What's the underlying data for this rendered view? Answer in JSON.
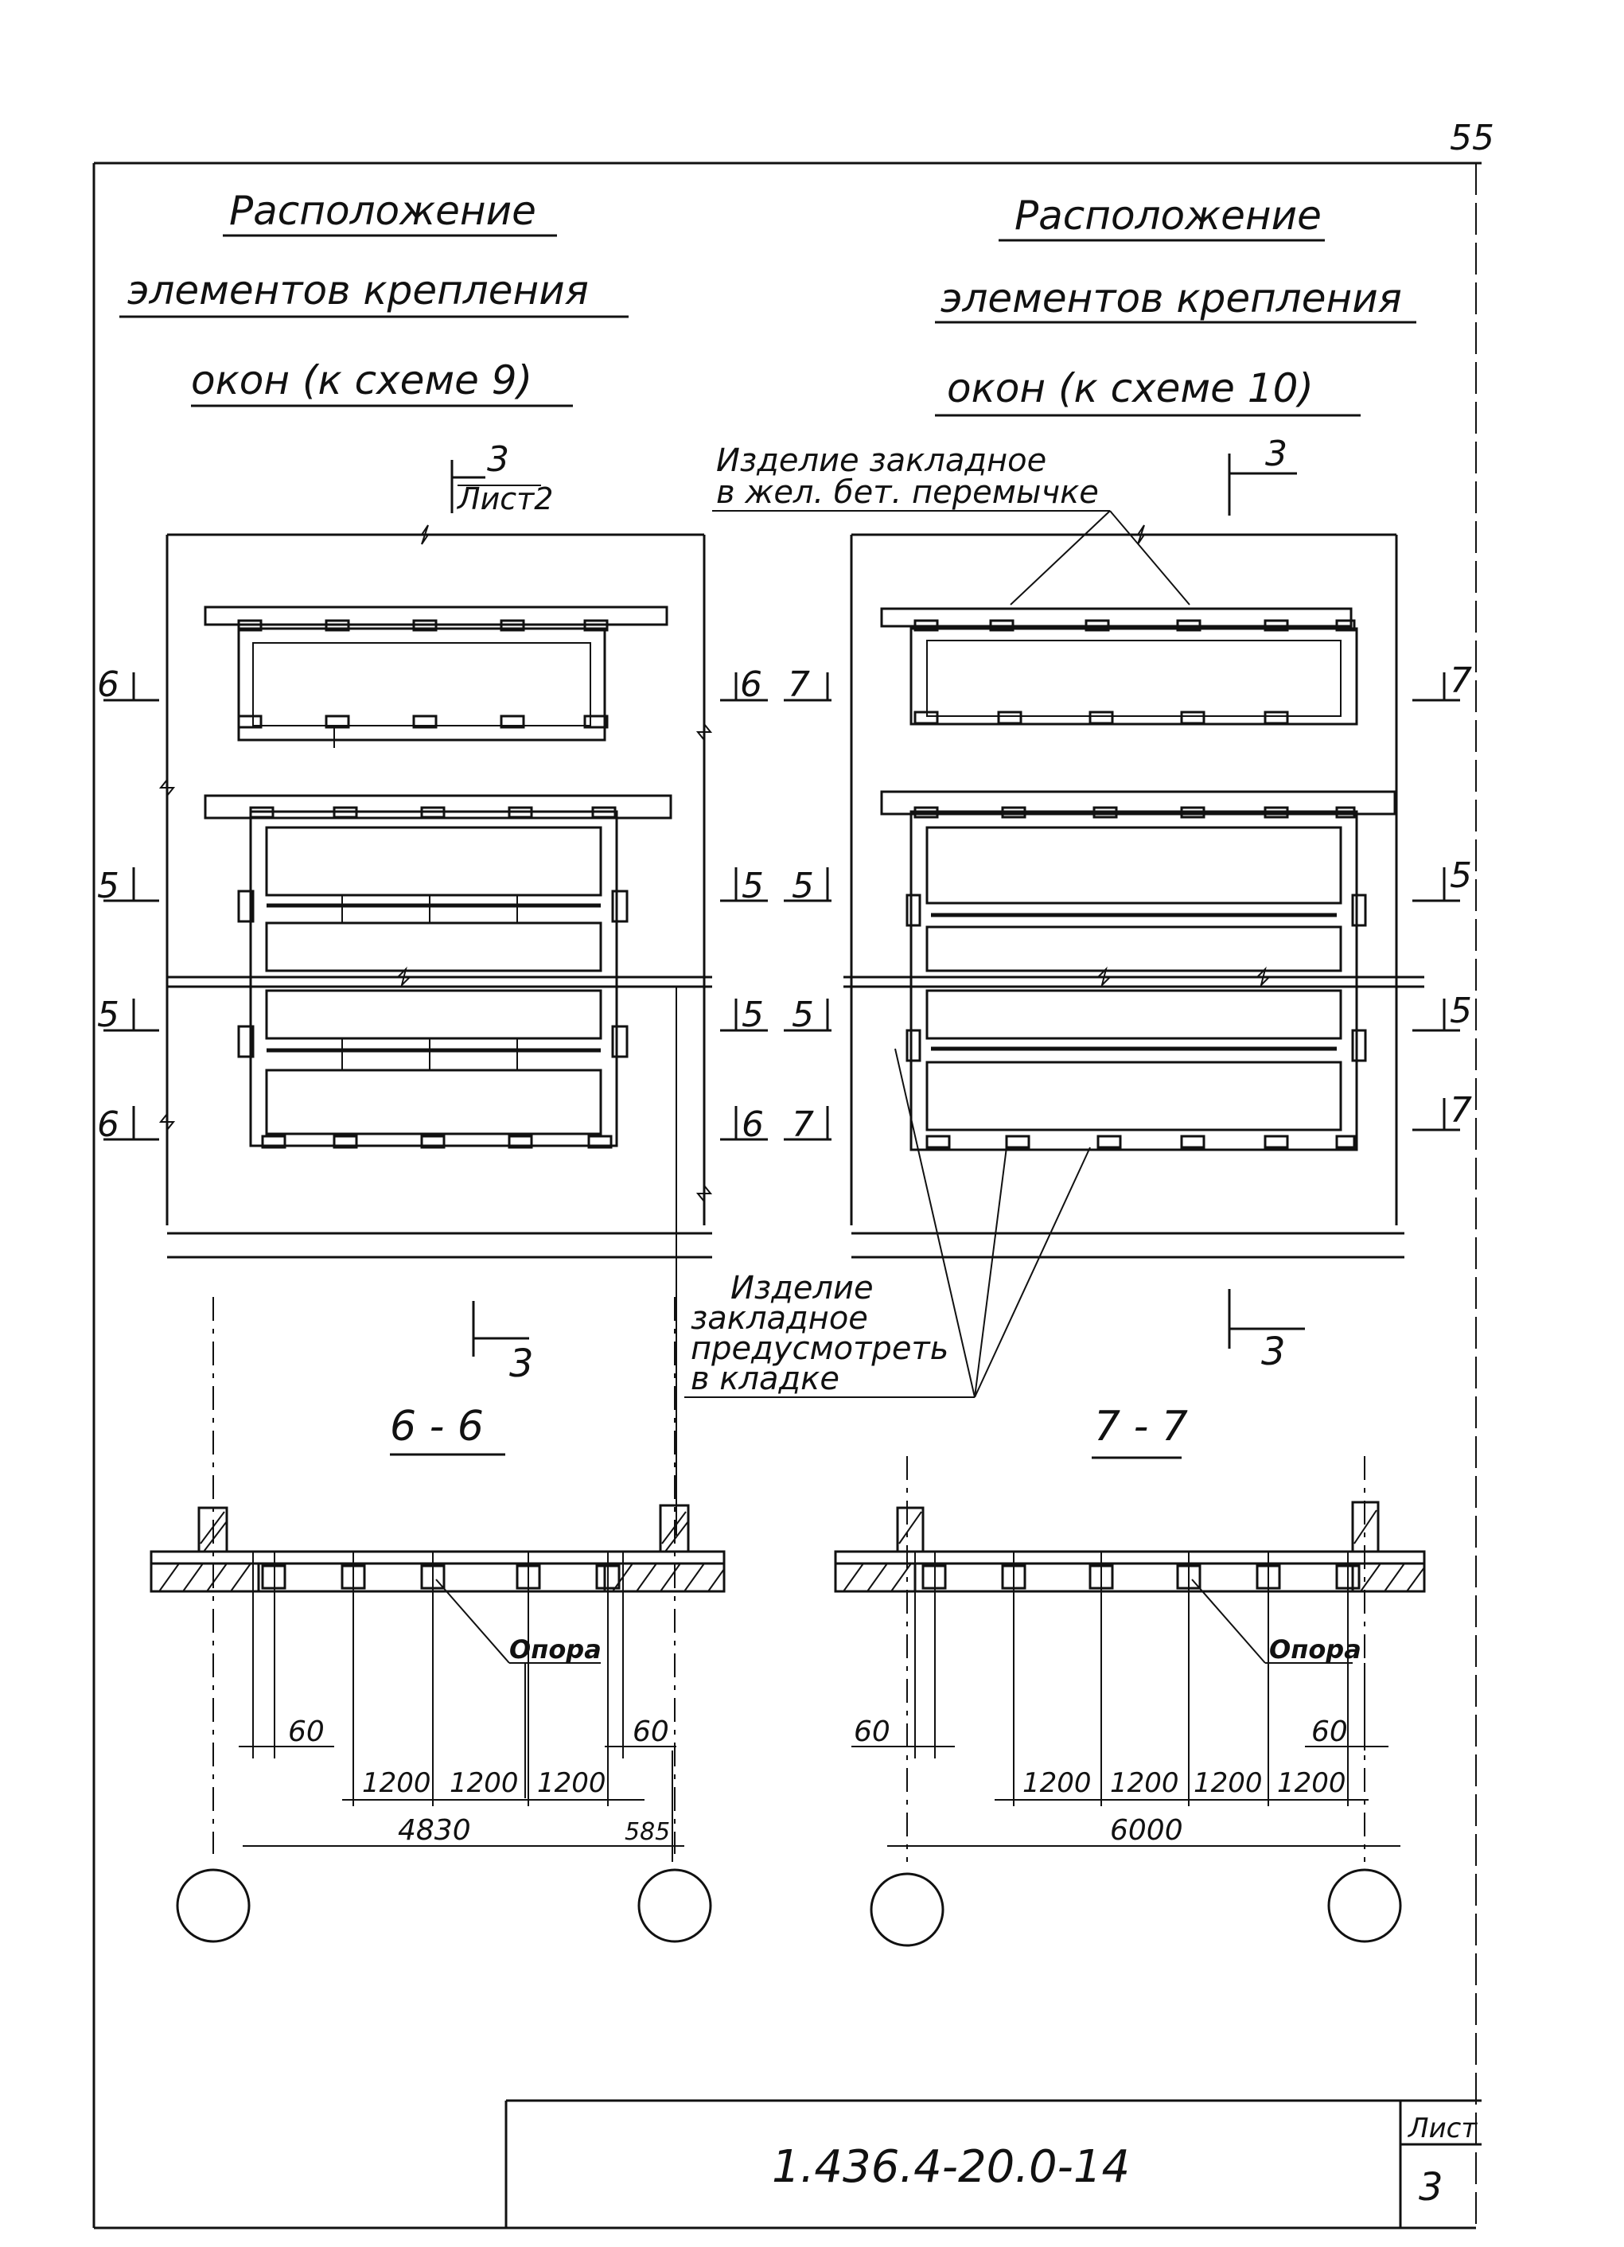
{
  "page_number": "55",
  "left_title": {
    "line1": "Расположение",
    "line2": "элементов  крепления",
    "line3": "окон   (к схеме 9)"
  },
  "right_title": {
    "line1": "Расположение",
    "line2": "элементов крепления",
    "line3": "окон  (к схеме 10)"
  },
  "callout_top": {
    "line1": "Изделие закладное",
    "line2": "в жел. бет. перемычке"
  },
  "callout_bottom": {
    "line1": "Изделие",
    "line2": "закладное",
    "line3": "предусмотреть",
    "line4": "в кладке"
  },
  "section_refs": {
    "left_top_num": "3",
    "left_top_sheet": "Лист2",
    "right_top_num": "3",
    "left_bottom_num": "3",
    "right_bottom_num": "3"
  },
  "cut_marks": {
    "left_1": "6",
    "left_2": "5",
    "left_3": "5",
    "left_4": "6",
    "mid_1": "6",
    "mid_1b": "7",
    "mid_2": "5",
    "mid_2b": "5",
    "mid_3": "5",
    "mid_3b": "5",
    "mid_4": "6",
    "mid_4b": "7",
    "right_1": "7",
    "right_2": "5",
    "right_3": "5",
    "right_4": "7"
  },
  "section_6_6": {
    "title": "6 - 6",
    "support_label": "Опора",
    "dim_left_60": "60",
    "dim_right_60": "60",
    "dims_1200": [
      "1200",
      "1200",
      "1200"
    ],
    "dim_total": "4830",
    "dim_585": "585"
  },
  "section_7_7": {
    "title": "7 - 7",
    "support_label": "Опора",
    "dim_left_60": "60",
    "dim_right_60": "60",
    "dims_1200": [
      "1200",
      "1200",
      "1200",
      "1200"
    ],
    "dim_total": "6000"
  },
  "title_block": {
    "doc_code": "1.436.4-20.0-14",
    "sheet_label": "Лист",
    "sheet_number": "3"
  }
}
